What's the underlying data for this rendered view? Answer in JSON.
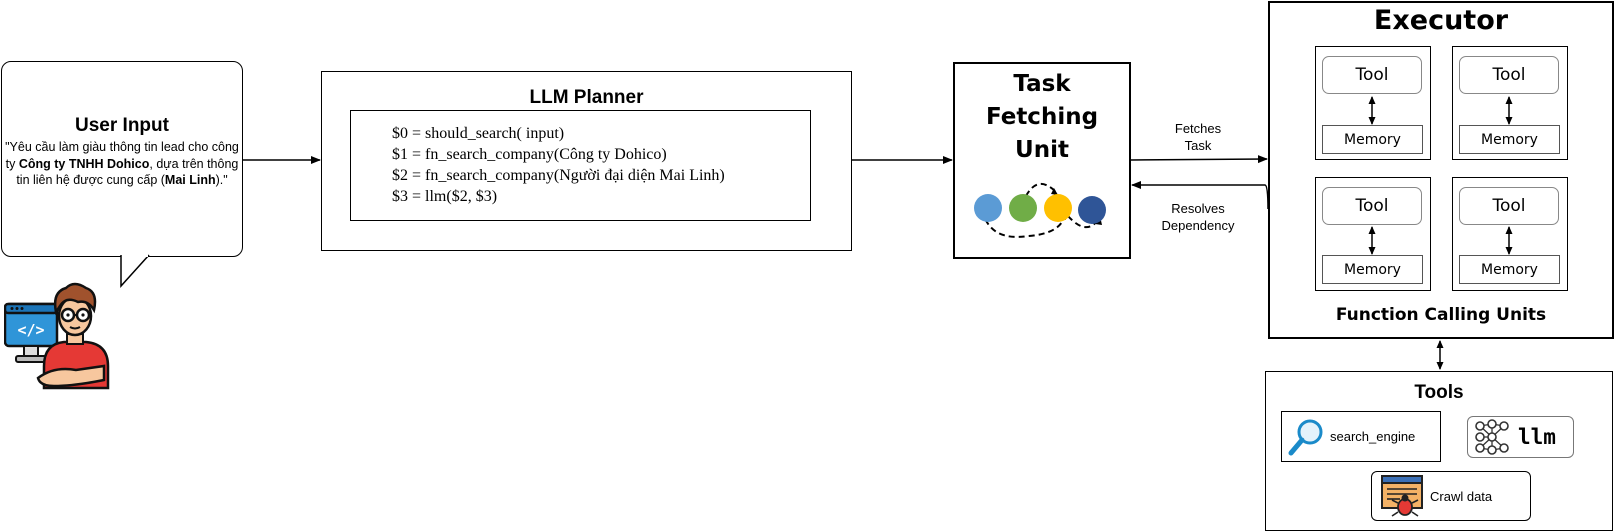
{
  "user_input": {
    "title": "User Input",
    "text_prefix": "\"Yêu cầu làm giàu thông tin lead cho công ty ",
    "text_company": "Công ty TNHH Dohico",
    "text_middle": ", dựa trên thông tin liên hệ được cung cấp (",
    "text_contact": "Mai Linh",
    "text_suffix": ").\""
  },
  "planner": {
    "title": "LLM Planner",
    "lines": [
      "$0 = should_search( input)",
      "$1 = fn_search_company(Công ty Dohico)",
      "$2 = fn_search_company(Người đại diện Mai Linh)",
      "$3 = llm($2, $3)"
    ]
  },
  "task_fetching_unit": {
    "title_lines": [
      "Task",
      "Fetching",
      "Unit"
    ],
    "node_colors": [
      "#5b9bd5",
      "#70ad47",
      "#ffc000",
      "#2f5597"
    ]
  },
  "edges": {
    "fetches_task": [
      "Fetches",
      "Task"
    ],
    "resolves_dependency": [
      "Resolves",
      "Dependency"
    ]
  },
  "executor": {
    "title": "Executor",
    "units": [
      {
        "tool": "Tool",
        "memory": "Memory"
      },
      {
        "tool": "Tool",
        "memory": "Memory"
      },
      {
        "tool": "Tool",
        "memory": "Memory"
      },
      {
        "tool": "Tool",
        "memory": "Memory"
      }
    ],
    "footer": "Function Calling Units"
  },
  "tools": {
    "title": "Tools",
    "search_engine": "search_engine",
    "llm": "llm",
    "crawl_data": "Crawl data"
  },
  "icons": [
    "developer-avatar-icon",
    "magnifier-icon",
    "neural-network-icon",
    "crawler-bug-icon"
  ]
}
